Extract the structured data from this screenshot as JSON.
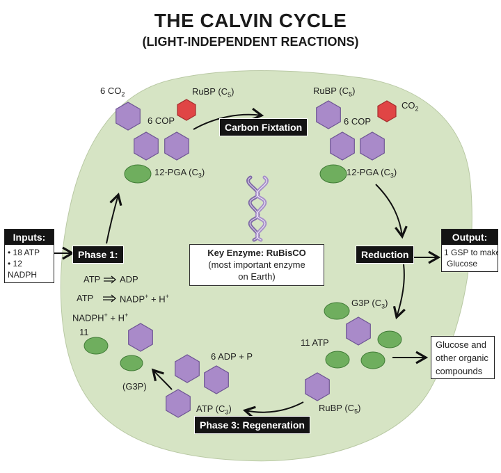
{
  "title": "THE CALVIN CYCLE",
  "subtitle": "(LIGHT-INDEPENDENT REACTIONS)",
  "colors": {
    "blob": "#d6e4c4",
    "hexagon": "#a98ac9",
    "hexagon_stroke": "#6f5694",
    "circle": "#6fae5e",
    "circle_stroke": "#3f7a35",
    "rubisco_hex": "#e04545"
  },
  "labels": {
    "co2_left": "6 CO",
    "co2_left_sub": "2",
    "rubp_left": "RuBP (C",
    "rubp_left_sub": "5",
    "cop_left": "6 COP",
    "pga_left": "12-PGA (C",
    "pga_left_sub": "3",
    "rubp_right": "RuBP (C",
    "rubp_right_sub": "5",
    "co2_right": "CO",
    "co2_right_sub": "2",
    "cop_right": "6 COP",
    "pga_right": "12-PGA (C",
    "pga_right_sub": "3",
    "g3p_right": "G3P (C",
    "g3p_right_sub": "3",
    "atp_11": "11 ATP",
    "rubp_bottom": "RuBP (C",
    "rubp_bottom_sub": "5",
    "atp_c3": "ATP (C",
    "atp_c3_sub": "3",
    "adp_p": "6 ADP + P",
    "g3p_left": "(G3P)",
    "eleven": "11",
    "atp_adp_left": "ATP",
    "atp_adp_right": "ADP",
    "atp_nadp_left": "ATP",
    "atp_nadp_right": "NADP",
    "atp_nadp_sup": "+",
    "atp_nadp_h": " + H",
    "atp_nadp_h_sup": "+",
    "nadph_h": "NADPH",
    "nadph_h_sup": "+",
    "nadph_h_tail": " + H",
    "nadph_h_tail_sup": "+"
  },
  "tags": {
    "carbon_fixation": "Carbon Fixtation",
    "phase1": "Phase 1:",
    "reduction": "Reduction",
    "phase3": "Phase 3: Regeneration"
  },
  "enzyme": {
    "title": "Key Enzyme: RuBisCO",
    "line1": "(most important enzyme",
    "line2": "on Earth)"
  },
  "inputs": {
    "heading": "Inputs:",
    "items": [
      "• 18 ATP",
      "• 12 NADPH"
    ]
  },
  "output": {
    "heading": "Output:",
    "line1": "1 GSP to make",
    "line2": "Glucose"
  },
  "glucose_box": {
    "line1": "Glucose and",
    "line2": "other organic",
    "line3": "compounds"
  }
}
